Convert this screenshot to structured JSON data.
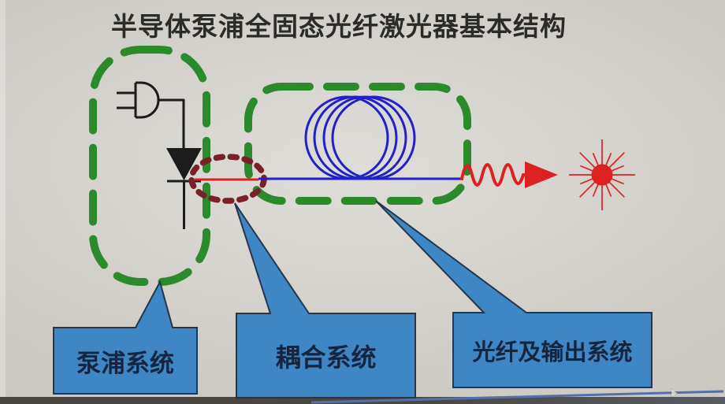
{
  "title": "半导体泵浦全固态光纤激光器基本结构",
  "colors": {
    "dashed_box_green": "#2a8a2c",
    "coupling_maroon": "#7a2026",
    "fiber_blue": "#2121cc",
    "laser_red": "#dd2020",
    "circuit_black": "#1c1c1c",
    "callout_fill": "#3e86c4",
    "callout_border": "#23364e",
    "callout_text": "#16253f",
    "title_text": "#2b2b28"
  },
  "sections": {
    "pump_system": {
      "label": "泵浦系统"
    },
    "coupling_system": {
      "label": "耦合系统"
    },
    "fiber_output_system": {
      "label": "光纤及输出系统"
    }
  },
  "icons": {
    "power_plug": "power-plug-icon",
    "diode": "laser-diode-icon",
    "fiber_coil": "fiber-coil-icon",
    "laser_starburst": "laser-output-starburst-icon"
  }
}
